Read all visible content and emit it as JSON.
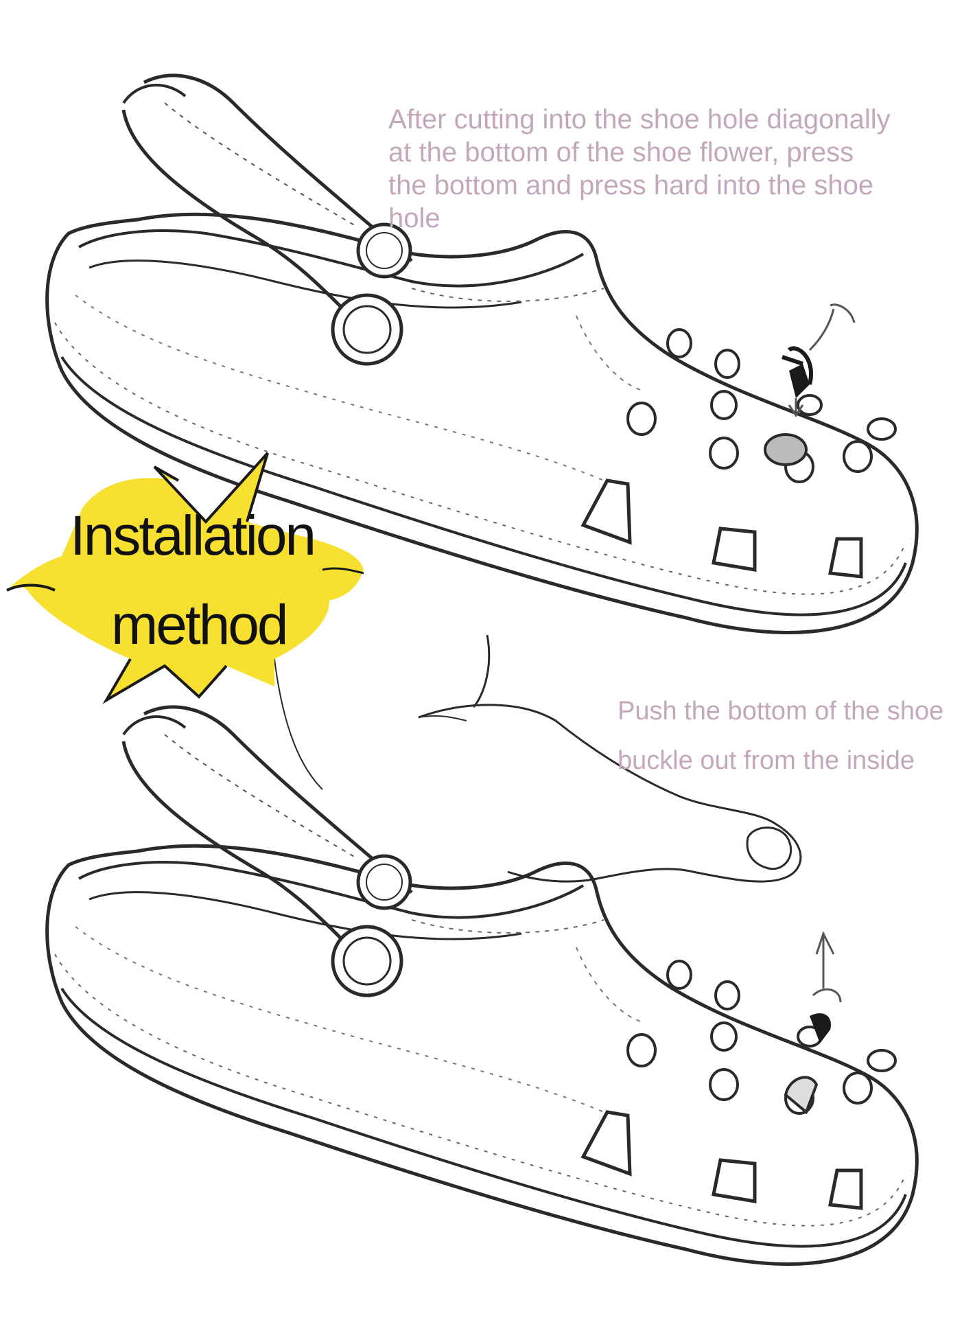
{
  "captions": {
    "top": "After cutting into the shoe hole diagonally\nat the bottom of the shoe flower, press\nthe bottom and press hard into the shoe\nhole",
    "bottom": "Push the bottom of the shoe\nbuckle out from the inside"
  },
  "badge": {
    "line1": "Installation",
    "line2": "method",
    "color": "#f7e030"
  },
  "colors": {
    "caption": "#c3a7bb",
    "lineart": "#2a2a2a"
  },
  "illustrations": [
    {
      "name": "clog-with-charm-being-pressed-in"
    },
    {
      "name": "clog-with-charm-pushed-out-by-finger"
    }
  ]
}
